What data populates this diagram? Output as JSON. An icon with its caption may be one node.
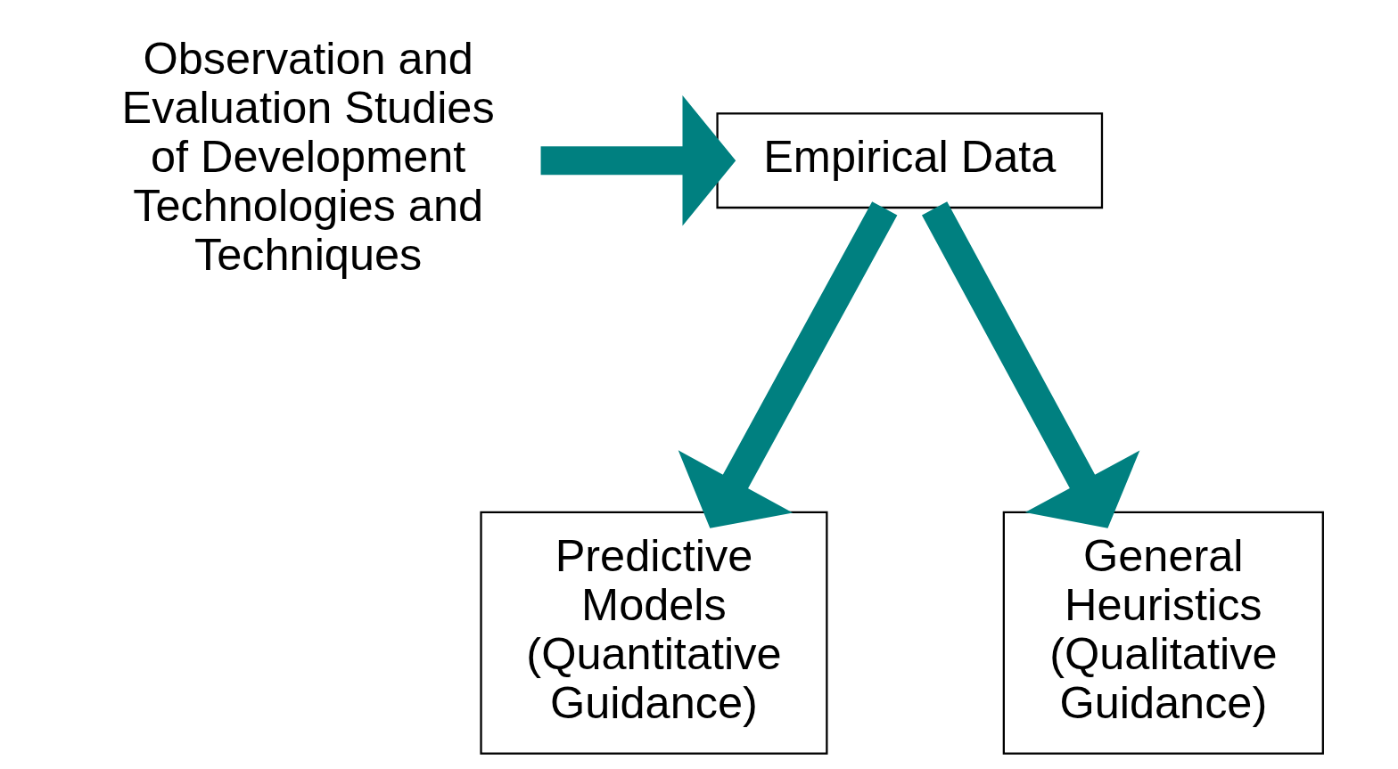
{
  "diagram": {
    "nodes": [
      {
        "text": [
          "Observation and Evaluation Studies of Development Technologies and Techniques"
        ]
      },
      {
        "text": [
          "Empirical Data"
        ]
      },
      {
        "text": [
          "Predictive Models",
          "(Quantitative Guidance)"
        ]
      },
      {
        "text": [
          "General Heuristics",
          "(Qualitative Guidance)"
        ]
      }
    ],
    "edges": [
      {
        "from": 0,
        "to": 1,
        "arrow": "to"
      },
      {
        "from": 1,
        "to": 2,
        "arrow": "to"
      },
      {
        "from": 1,
        "to": 3,
        "arrow": "to"
      }
    ]
  }
}
